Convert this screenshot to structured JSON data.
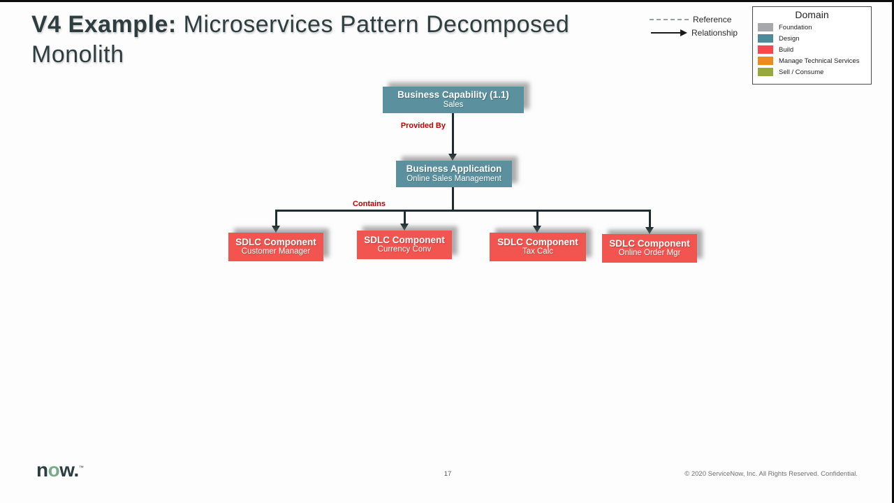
{
  "slide": {
    "title": {
      "bold": "V4 Example:",
      "regular": " Microservices Pattern Decomposed Monolith"
    }
  },
  "legend": {
    "reference_label": "Reference",
    "relationship_label": "Relationship",
    "domain": {
      "title": "Domain",
      "items": [
        {
          "label": "Foundation",
          "color": "#a6a8ab"
        },
        {
          "label": "Design",
          "color": "#4f8a99"
        },
        {
          "label": "Build",
          "color": "#f9474f"
        },
        {
          "label": "Manage Technical Services",
          "color": "#ef8a1d"
        },
        {
          "label": "Sell / Consume",
          "color": "#97a93c"
        }
      ]
    }
  },
  "diagram": {
    "nodes": [
      {
        "title": "Business Capability (1.1)",
        "subtitle": "Sales",
        "domain": "Design",
        "color": "#5b919f"
      },
      {
        "title": "Business Application",
        "subtitle": "Online Sales Management",
        "domain": "Design",
        "color": "#5b919f"
      },
      {
        "title": "SDLC Component",
        "subtitle": "Customer Manager",
        "domain": "Build",
        "color": "#f25550"
      },
      {
        "title": "SDLC Component",
        "subtitle": "Currency Conv",
        "domain": "Build",
        "color": "#f25550"
      },
      {
        "title": "SDLC Component",
        "subtitle": "Tax Calc",
        "domain": "Build",
        "color": "#f25550"
      },
      {
        "title": "SDLC Component",
        "subtitle": "Online Order Mgr",
        "domain": "Build",
        "color": "#f25550"
      }
    ],
    "edge_labels": {
      "provided_by": "Provided By",
      "contains": "Contains"
    },
    "colors": {
      "connector": "#1e2e30",
      "edge_label": "#c00000",
      "title_text": "#2e3d3f"
    }
  },
  "footer": {
    "logo": {
      "part1": "n",
      "part2": "o",
      "part3": "w.",
      "tm": "™"
    },
    "page_number": "17",
    "copyright": "© 2020 ServiceNow, Inc. All Rights Reserved. Confidential."
  }
}
